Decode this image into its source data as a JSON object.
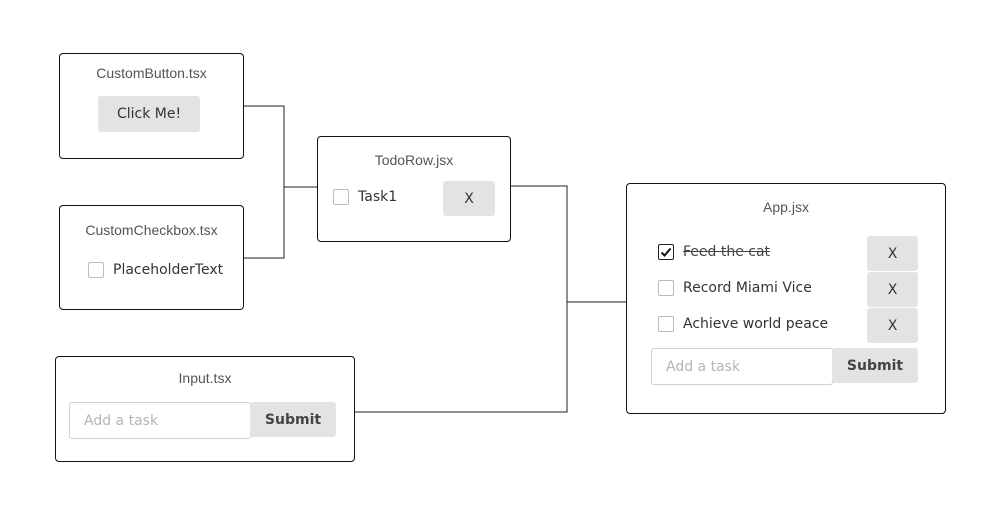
{
  "custom_button": {
    "title": "CustomButton.tsx",
    "button_label": "Click Me!"
  },
  "custom_checkbox": {
    "title": "CustomCheckbox.tsx",
    "label": "PlaceholderText",
    "checked": false
  },
  "todo_row": {
    "title": "TodoRow.jsx",
    "task_label": "Task1",
    "checked": false,
    "delete_label": "X"
  },
  "input": {
    "title": "Input.tsx",
    "placeholder": "Add a task",
    "submit_label": "Submit"
  },
  "app": {
    "title": "App.jsx",
    "todos": [
      {
        "label": "Feed the cat",
        "checked": true,
        "delete_label": "X"
      },
      {
        "label": "Record Miami Vice",
        "checked": false,
        "delete_label": "X"
      },
      {
        "label": "Achieve world peace",
        "checked": false,
        "delete_label": "X"
      }
    ],
    "placeholder": "Add a task",
    "submit_label": "Submit"
  }
}
